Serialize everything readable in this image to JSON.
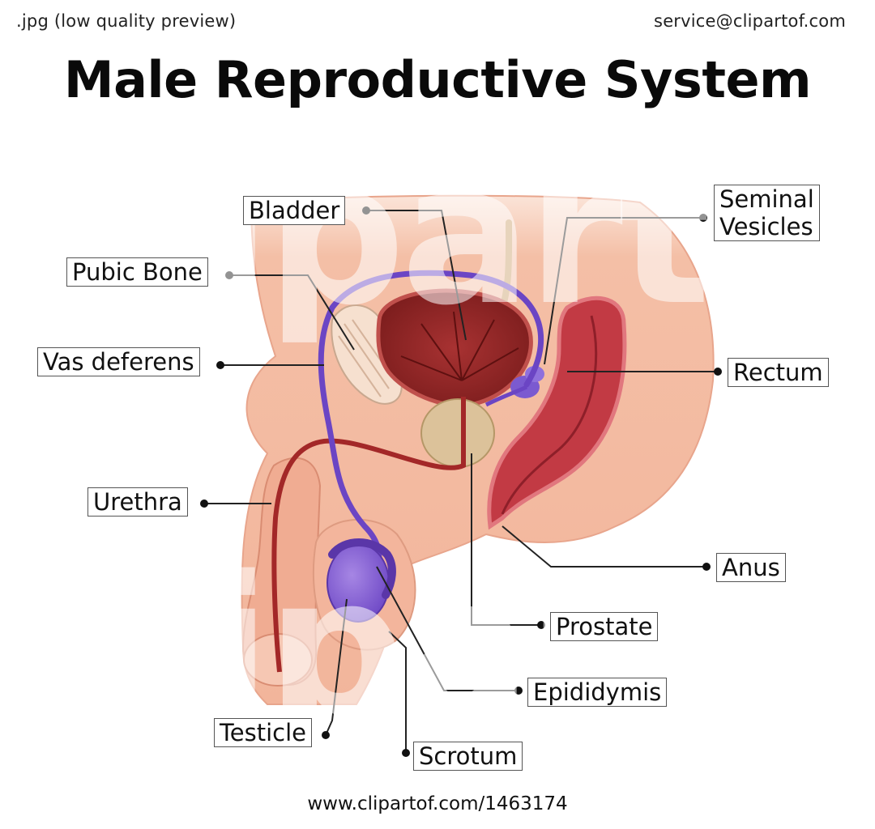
{
  "header": {
    "left_note": ".jpg (low quality preview)",
    "right_note": "service@clipartof.com"
  },
  "title": "Male Reproductive System",
  "labels": {
    "bladder": "Bladder",
    "seminal_vesicles_line1": "Seminal",
    "seminal_vesicles_line2": "Vesicles",
    "pubic_bone": "Pubic Bone",
    "vas_deferens": "Vas deferens",
    "rectum": "Rectum",
    "urethra": "Urethra",
    "anus": "Anus",
    "prostate": "Prostate",
    "epididymis": "Epididymis",
    "testicle": "Testicle",
    "scrotum": "Scrotum"
  },
  "watermark": "clipartof",
  "footer": "www.clipartof.com/1463174",
  "colors": {
    "skin": "#f2b59b",
    "skin_dark": "#e39a80",
    "bladder": "#9c2a2a",
    "rectum": "#c23a44",
    "vas_deferens": "#6b45c4",
    "testicle": "#8a63d2",
    "prostate": "#dcc29a",
    "bone": "#f4dccb",
    "ureter": "#c9a06b"
  }
}
